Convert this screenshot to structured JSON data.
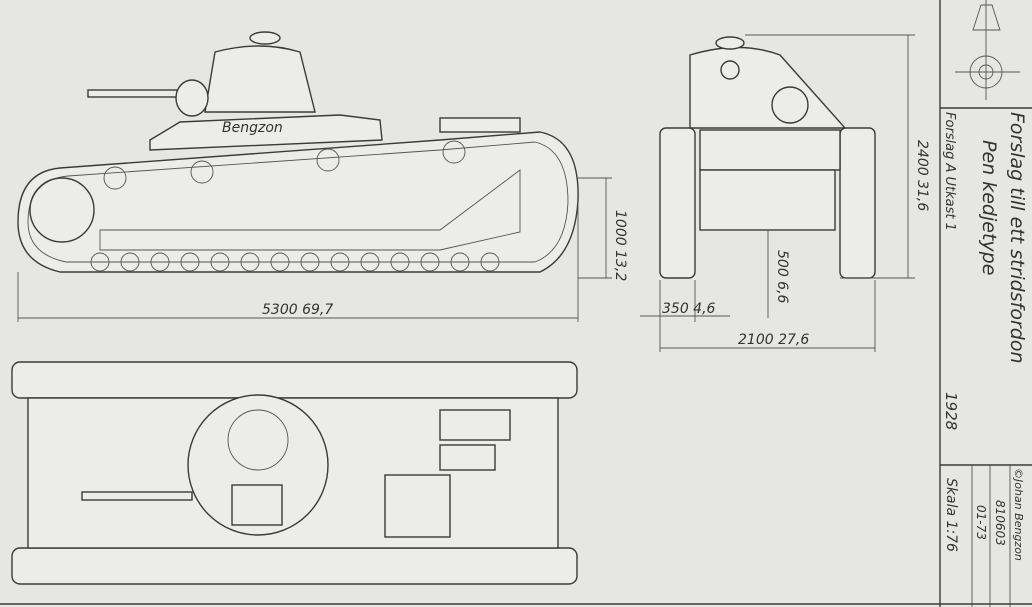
{
  "drawing": {
    "title": "Forslag till ett stridsfordon",
    "subtitle": "Pen kedjetype",
    "variant": "Forslag A   Utkast 1",
    "year": "1928",
    "copyright": "©Johan Bengzon",
    "drawing_number": "810603",
    "sheet": "01-73",
    "scale": "Skala 1:76",
    "hull_marking": "Bengzon"
  },
  "dimensions": {
    "length": "5300  69,7",
    "track_height": "1000  13,2",
    "height": "2400  31,6",
    "clearance": "500  6,6",
    "track_width": "350  4,6",
    "width": "2100  27,6"
  }
}
